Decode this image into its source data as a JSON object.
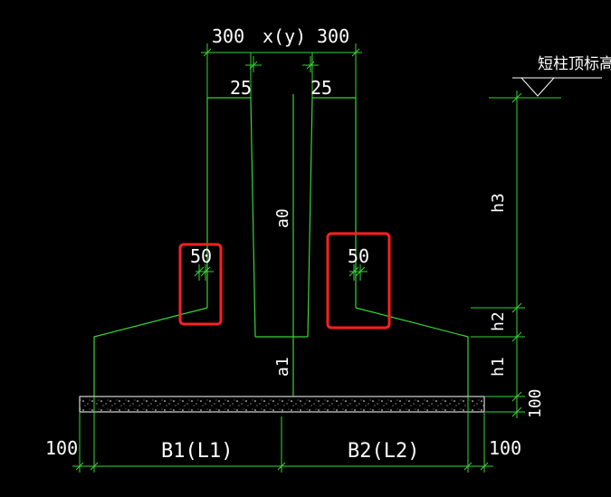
{
  "labels": {
    "top_dim_left": "300",
    "top_dim_center": "x(y)",
    "top_dim_right": "300",
    "cover_left": "25",
    "cover_right": "25",
    "elev_label": "短柱顶标高",
    "vert_h3": "h3",
    "vert_h2": "h2",
    "vert_h1": "h1",
    "vert_100": "100",
    "inner_a0": "a0",
    "inner_a1": "a1",
    "box_left_50": "50",
    "box_right_50": "50",
    "bottom_left_100": "100",
    "bottom_b1": "B1(L1)",
    "bottom_b2": "B2(L2)",
    "bottom_right_100": "100"
  },
  "colors": {
    "background": "#000000",
    "line": "#36d636",
    "text": "#ffffff",
    "highlight": "#ff2020"
  }
}
